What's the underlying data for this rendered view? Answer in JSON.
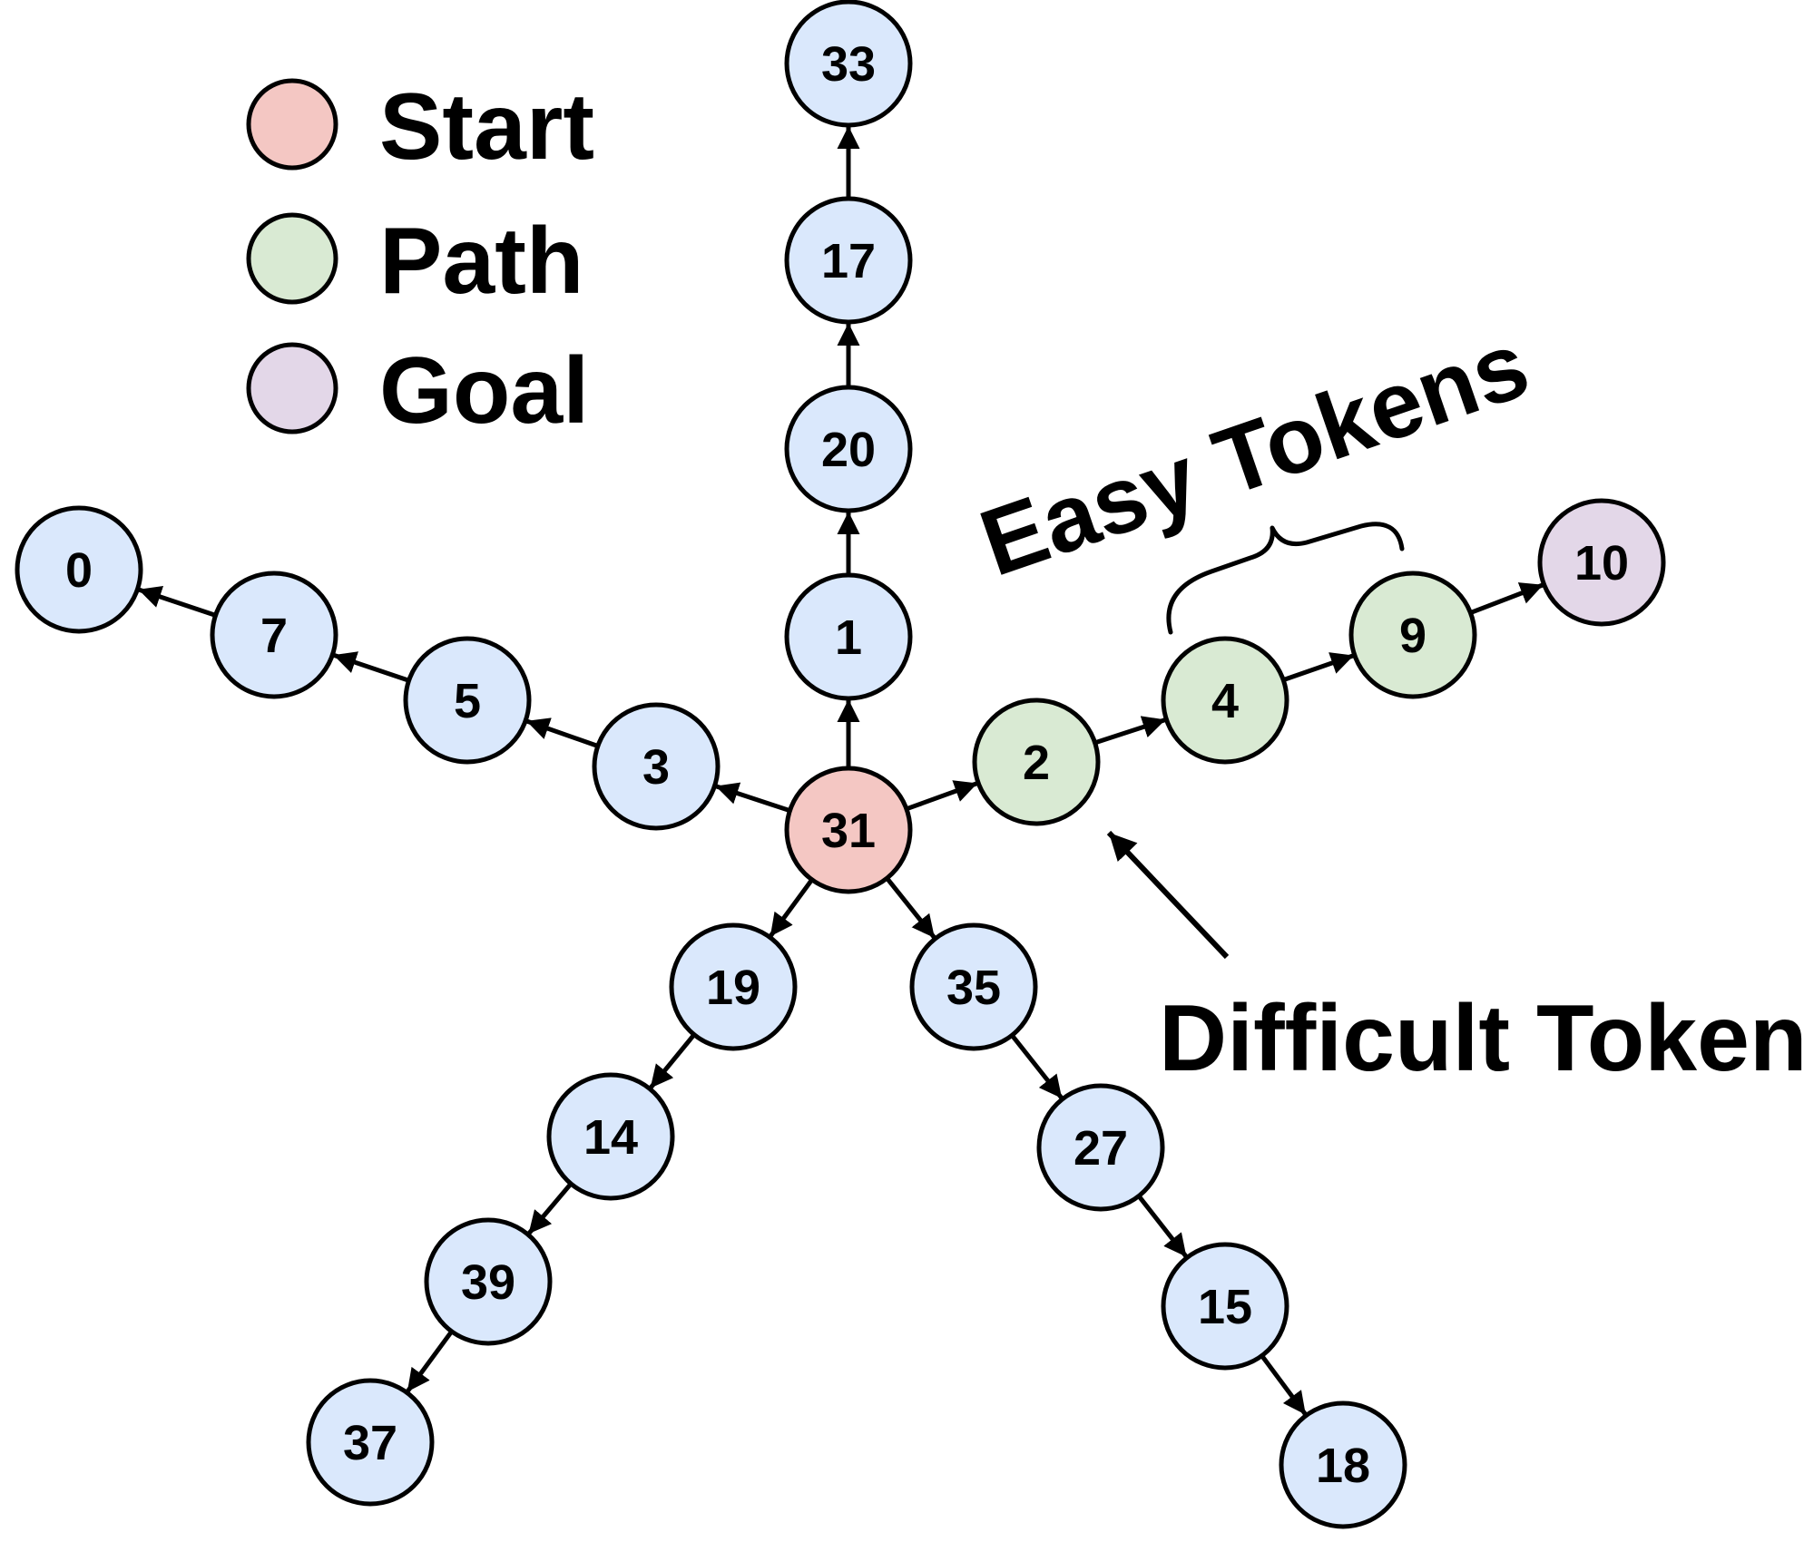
{
  "legend": {
    "items": [
      {
        "key": "start",
        "label": "Start",
        "color": "#f4c7c3"
      },
      {
        "key": "path",
        "label": "Path",
        "color": "#d9ead3"
      },
      {
        "key": "goal",
        "label": "Goal",
        "color": "#e3d7e8"
      }
    ]
  },
  "default_node_color": "#dae8fc",
  "nodes": [
    {
      "id": "31",
      "role": "start"
    },
    {
      "id": "1"
    },
    {
      "id": "20"
    },
    {
      "id": "17"
    },
    {
      "id": "33"
    },
    {
      "id": "3"
    },
    {
      "id": "5"
    },
    {
      "id": "7"
    },
    {
      "id": "0"
    },
    {
      "id": "2",
      "role": "path"
    },
    {
      "id": "4",
      "role": "path"
    },
    {
      "id": "9",
      "role": "path"
    },
    {
      "id": "10",
      "role": "goal"
    },
    {
      "id": "19"
    },
    {
      "id": "14"
    },
    {
      "id": "39"
    },
    {
      "id": "37"
    },
    {
      "id": "35"
    },
    {
      "id": "27"
    },
    {
      "id": "15"
    },
    {
      "id": "18"
    }
  ],
  "edges": [
    [
      "31",
      "1"
    ],
    [
      "1",
      "20"
    ],
    [
      "20",
      "17"
    ],
    [
      "17",
      "33"
    ],
    [
      "31",
      "3"
    ],
    [
      "3",
      "5"
    ],
    [
      "5",
      "7"
    ],
    [
      "7",
      "0"
    ],
    [
      "31",
      "2"
    ],
    [
      "2",
      "4"
    ],
    [
      "4",
      "9"
    ],
    [
      "9",
      "10"
    ],
    [
      "31",
      "19"
    ],
    [
      "19",
      "14"
    ],
    [
      "14",
      "39"
    ],
    [
      "39",
      "37"
    ],
    [
      "31",
      "35"
    ],
    [
      "35",
      "27"
    ],
    [
      "27",
      "15"
    ],
    [
      "15",
      "18"
    ]
  ],
  "annotations": {
    "easy_tokens": "Easy Tokens",
    "difficult_token": "Difficult Token"
  }
}
